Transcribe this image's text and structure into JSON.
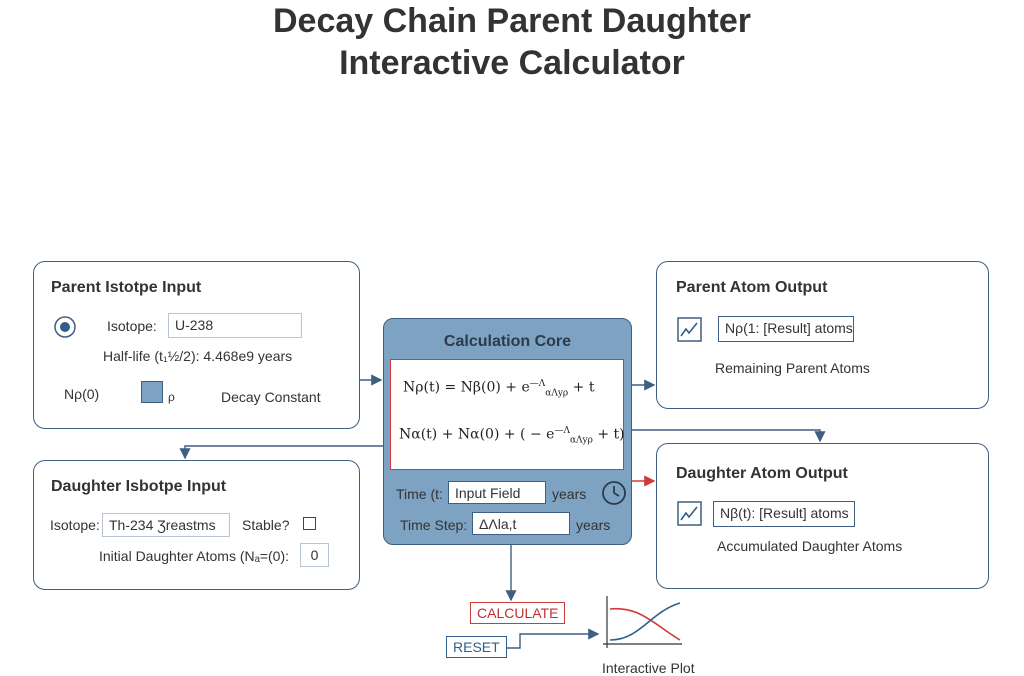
{
  "title": {
    "line1": "Decay Chain Parent Daughter",
    "line2": "Interactive Calculator"
  },
  "parent_input": {
    "title": "Parent Istotpe Input",
    "isotope_label": "Isotope:",
    "isotope_value": "U-238",
    "half_life": "Half-life (t₁½/2): 4.468e9 years",
    "n0_label": "Nρ(0)",
    "rho_label": "ρ",
    "decay_constant_label": "Decay Constant"
  },
  "daughter_input": {
    "title": "Daughter Isbotpe Input",
    "isotope_label": "Isotope:",
    "isotope_value": "Th-234  Ʒreastms",
    "stable_label": "Stable?",
    "initial_label": "Initial Daughter Atoms (Nₐ=(0):",
    "initial_value": "0"
  },
  "core": {
    "title": "Calculation Core",
    "formula1_lhs": "Nρ(t) = Nβ(0) + e",
    "formula1_sup": "—Λ",
    "formula1_sub": "αΛyρ",
    "formula1_tail": " + t",
    "formula2_lhs": "Nα(t) + Nα(0) + ( − e",
    "formula2_sup": "—Λ",
    "formula2_sub": "αΛyρ",
    "formula2_tail": " + t)",
    "time_label": "Time (t:",
    "time_value": "Input Field",
    "time_unit": "years",
    "step_label": "Time Step:",
    "step_value": "ΔΛla,t",
    "step_unit": "years"
  },
  "parent_output": {
    "title": "Parent Atom Output",
    "result": "Nρ(1: [Result] atoms",
    "caption": "Remaining Parent Atoms"
  },
  "daughter_output": {
    "title": "Daughter Atom Output",
    "result": "Nβ(t): [Result] atoms",
    "caption": "Accumulated Daughter Atoms"
  },
  "buttons": {
    "calculate": "CALCULATE",
    "reset": "RESET"
  },
  "plot": {
    "caption": "Interactive Plot"
  },
  "colors": {
    "panel_border": "#3f5f80",
    "core_fill": "#7ea2c2",
    "accent_red": "#d23a3a",
    "accent_blue": "#2f5f8a"
  }
}
